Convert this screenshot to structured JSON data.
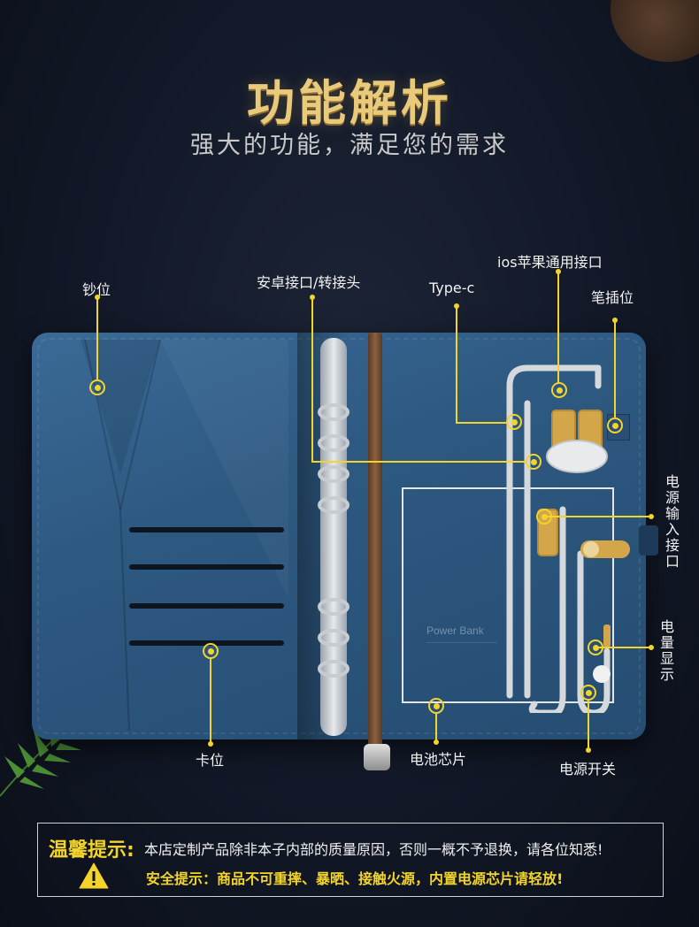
{
  "header": {
    "title": "功能解析",
    "subtitle": "强大的功能，满足您的需求"
  },
  "callouts": {
    "cash_slot": "钞位",
    "android_port": "安卓接口/转接头",
    "type_c": "Type-c",
    "ios_port": "ios苹果通用接口",
    "pen_slot": "笔插位",
    "power_input": "电源输入接口",
    "battery_display": "电量显示",
    "card_slot": "卡位",
    "battery_chip": "电池芯片",
    "power_switch": "电源开关"
  },
  "power_bank_label": "Power Bank",
  "notice": {
    "title": "温馨提示:",
    "text": "本店定制产品除非本子内部的质量原因，否则一概不予退换，请各位知悉!",
    "safety": "安全提示：商品不可重摔、暴晒、接触火源，内置电源芯片请轻放!"
  },
  "colors": {
    "accent_gold": "#e9c97a",
    "callout_yellow": "#f2d42a",
    "notebook_blue": "#2d5880",
    "background": "#121827"
  },
  "icons": [
    "crosshair-target-icon",
    "warning-triangle-icon",
    "leaf-decoration"
  ]
}
